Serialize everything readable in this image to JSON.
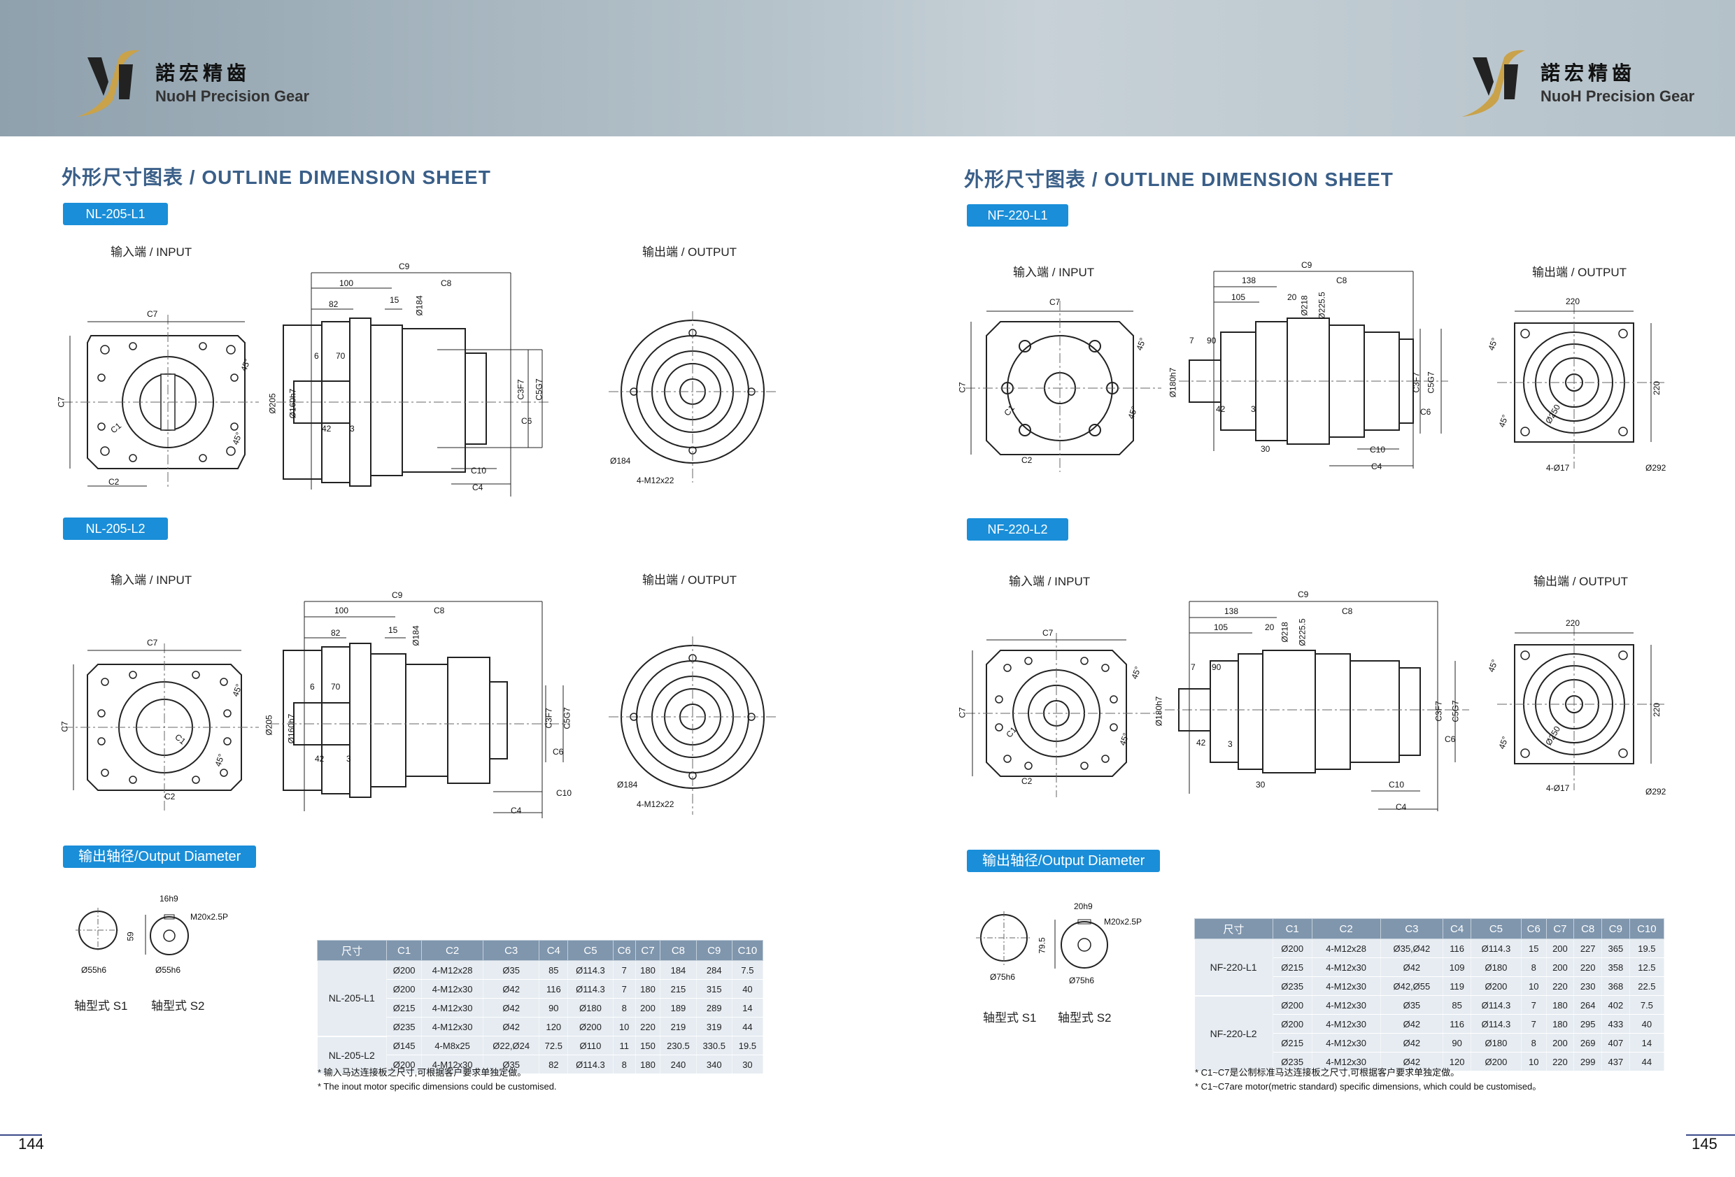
{
  "brand": {
    "cn": "諾宏精齒",
    "en": "NuoH Precision Gear"
  },
  "left": {
    "section_title": "外形尺寸图表 / OUTLINE DIMENSION SHEET",
    "model_l1": "NL-205-L1",
    "model_l2": "NL-205-L2",
    "input_label": "输入端 / INPUT",
    "output_label": "输出端 / OUTPUT",
    "output_diameter_title": "输出轴径/Output Diameter",
    "shaft_s1": "轴型式 S1",
    "shaft_s2": "轴型式 S2",
    "page": "144",
    "dims": {
      "d1": "Ø55h6",
      "d2": "59",
      "d3": "16h9",
      "d4": "M20x2.5P",
      "d5": "Ø55h6"
    },
    "table": {
      "headers": [
        "尺寸",
        "C1",
        "C2",
        "C3",
        "C4",
        "C5",
        "C6",
        "C7",
        "C8",
        "C9",
        "C10"
      ],
      "groups": [
        {
          "model": "NL-205-L1",
          "rows": [
            [
              "Ø200",
              "4-M12x28",
              "Ø35",
              "85",
              "Ø114.3",
              "7",
              "180",
              "184",
              "284",
              "7.5"
            ],
            [
              "Ø200",
              "4-M12x30",
              "Ø42",
              "116",
              "Ø114.3",
              "7",
              "180",
              "215",
              "315",
              "40"
            ],
            [
              "Ø215",
              "4-M12x30",
              "Ø42",
              "90",
              "Ø180",
              "8",
              "200",
              "189",
              "289",
              "14"
            ],
            [
              "Ø235",
              "4-M12x30",
              "Ø42",
              "120",
              "Ø200",
              "10",
              "220",
              "219",
              "319",
              "44"
            ]
          ]
        },
        {
          "model": "NL-205-L2",
          "rows": [
            [
              "Ø145",
              "4-M8x25",
              "Ø22,Ø24",
              "72.5",
              "Ø110",
              "11",
              "150",
              "230.5",
              "330.5",
              "19.5"
            ],
            [
              "Ø200",
              "4-M12x30",
              "Ø35",
              "82",
              "Ø114.3",
              "8",
              "180",
              "240",
              "340",
              "30"
            ]
          ]
        }
      ]
    },
    "notes": [
      "* 输入马达连接板之尺寸,可根据客户要求单独定做。",
      "* The inout motor  specific dimensions could be customised."
    ]
  },
  "right": {
    "section_title": "外形尺寸图表 / OUTLINE DIMENSION SHEET",
    "model_l1": "NF-220-L1",
    "model_l2": "NF-220-L2",
    "input_label": "输入端 / INPUT",
    "output_label": "输出端 / OUTPUT",
    "output_diameter_title": "输出轴径/Output Diameter",
    "shaft_s1": "轴型式 S1",
    "shaft_s2": "轴型式 S2",
    "page": "145",
    "dims": {
      "d1": "Ø75h6",
      "d2": "79.5",
      "d3": "20h9",
      "d4": "M20x2.5P",
      "d5": "Ø75h6"
    },
    "table": {
      "headers": [
        "尺寸",
        "C1",
        "C2",
        "C3",
        "C4",
        "C5",
        "C6",
        "C7",
        "C8",
        "C9",
        "C10"
      ],
      "groups": [
        {
          "model": "NF-220-L1",
          "rows": [
            [
              "Ø200",
              "4-M12x28",
              "Ø35,Ø42",
              "116",
              "Ø114.3",
              "15",
              "200",
              "227",
              "365",
              "19.5"
            ],
            [
              "Ø215",
              "4-M12x30",
              "Ø42",
              "109",
              "Ø180",
              "8",
              "200",
              "220",
              "358",
              "12.5"
            ],
            [
              "Ø235",
              "4-M12x30",
              "Ø42,Ø55",
              "119",
              "Ø200",
              "10",
              "220",
              "230",
              "368",
              "22.5"
            ]
          ]
        },
        {
          "model": "NF-220-L2",
          "rows": [
            [
              "Ø200",
              "4-M12x30",
              "Ø35",
              "85",
              "Ø114.3",
              "7",
              "180",
              "264",
              "402",
              "7.5"
            ],
            [
              "Ø200",
              "4-M12x30",
              "Ø42",
              "116",
              "Ø114.3",
              "7",
              "180",
              "295",
              "433",
              "40"
            ],
            [
              "Ø215",
              "4-M12x30",
              "Ø42",
              "90",
              "Ø180",
              "8",
              "200",
              "269",
              "407",
              "14"
            ],
            [
              "Ø235",
              "4-M12x30",
              "Ø42",
              "120",
              "Ø200",
              "10",
              "220",
              "299",
              "437",
              "44"
            ]
          ]
        }
      ]
    },
    "notes": [
      "* C1~C7是公制标准马达连接板之尺寸,可根据客户要求单独定做。",
      "* C1~C7are motor(metric standard)  specific dimensions, which could be customised。"
    ]
  },
  "drawing_labels": {
    "c1": "C1",
    "c2": "C2",
    "c3": "C3F7",
    "c4": "C4",
    "c5": "C5G7",
    "c6": "C6",
    "c7": "C7",
    "c8": "C8",
    "c9": "C9",
    "c10": "C10",
    "ang": "45°",
    "l100": "100",
    "l82": "82",
    "l15": "15",
    "l6": "6",
    "l70": "70",
    "l42": "42",
    "l3": "3",
    "d184": "Ø184",
    "d205": "Ø205",
    "d160": "Ø160h7",
    "m12": "4-M12x22",
    "l138": "138",
    "l105": "105",
    "l20": "20",
    "l7": "7",
    "l90": "90",
    "l30": "30",
    "d218": "Ø218",
    "d225": "Ø225.5",
    "d180": "Ø180h7",
    "s220": "220",
    "d250": "Ø250",
    "d17": "4-Ø17",
    "d292": "Ø292"
  }
}
